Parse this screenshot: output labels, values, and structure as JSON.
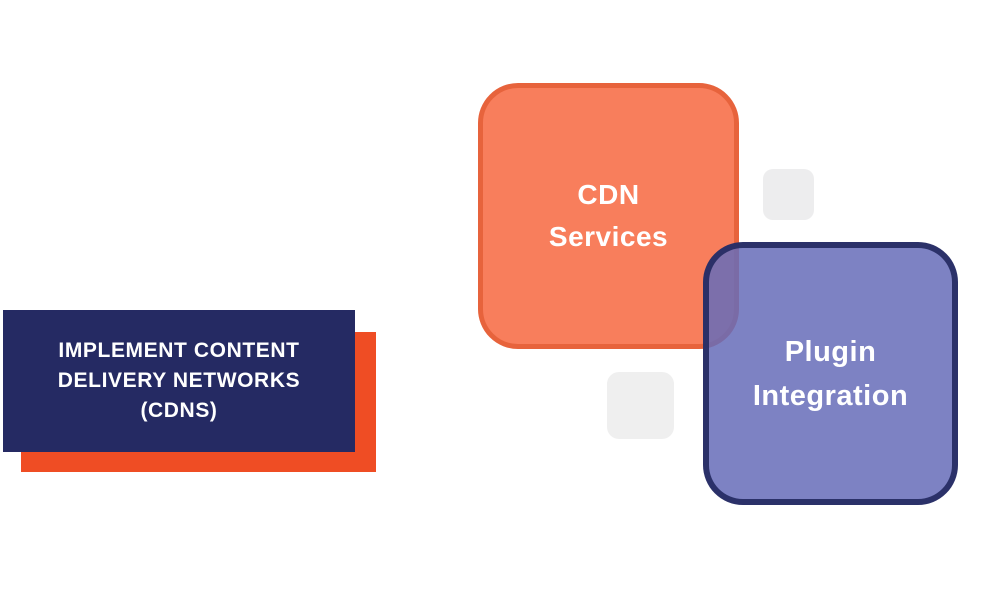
{
  "page": {
    "background_color": "#FFFFFF"
  },
  "title_card": {
    "text": "IMPLEMENT CONTENT\nDELIVERY NETWORKS\n(CDNS)",
    "text_color": "#FFFFFF",
    "bg_color": "#252A63",
    "shadow_color": "#EF4D24"
  },
  "cards": [
    {
      "id": "cdn-services",
      "label": "CDN\nServices",
      "fill_color": "#F87E5C",
      "border_color": "#E7633C",
      "text_color": "#FFFFFF"
    },
    {
      "id": "plugin-integration",
      "label": "Plugin\nIntegration",
      "fill_color": "rgba(102,108,184,0.85)",
      "border_color": "rgba(36,42,98,0.92)",
      "text_color": "#FFFFFF"
    }
  ],
  "decorations": [
    {
      "id": "small-square-top-right",
      "color": "#EDEDEE"
    },
    {
      "id": "small-square-bottom-middle",
      "color": "#EFEFEF"
    }
  ]
}
